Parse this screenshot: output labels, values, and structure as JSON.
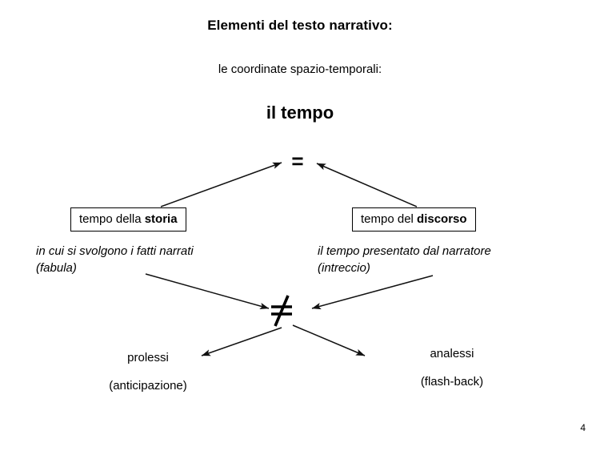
{
  "slide": {
    "title": "Elementi del testo narrativo:",
    "subtitle": "le coordinate spazio-temporali:",
    "topic": "il tempo",
    "page_number": "4",
    "background_color": "#ffffff",
    "text_color": "#000000"
  },
  "operators": {
    "equals": {
      "symbol": "=",
      "name": "equals-sign",
      "meaning": "tempo della storia = tempo del discorso"
    },
    "not_equals": {
      "symbol": "≠",
      "name": "not-equals-sign",
      "meaning": "tempo della storia ≠ tempo del discorso"
    }
  },
  "boxes": [
    {
      "id": "storia",
      "label_plain": "tempo della ",
      "label_strong": "storia",
      "description_line1": "in cui si svolgono i fatti narrati",
      "description_line2": "(fabula)"
    },
    {
      "id": "discorso",
      "label_plain": "tempo del ",
      "label_strong": "discorso",
      "description_line1": "il tempo presentato dal narratore",
      "description_line2": "(intreccio)"
    }
  ],
  "terms": [
    {
      "id": "prolessi",
      "main": "prolessi",
      "paren": "(anticipazione)"
    },
    {
      "id": "analessi",
      "main": "analessi",
      "paren": "(flash-back)"
    }
  ],
  "arrows": [
    {
      "name": "arrow-storia-to-equals",
      "from": "tempo della storia",
      "to": "="
    },
    {
      "name": "arrow-discorso-to-equals",
      "from": "tempo del discorso",
      "to": "="
    },
    {
      "name": "arrow-fabula-to-notequals",
      "from": "(fabula)",
      "to": "≠"
    },
    {
      "name": "arrow-intreccio-to-notequals",
      "from": "(intreccio)",
      "to": "≠"
    },
    {
      "name": "arrow-notequals-to-prolessi",
      "from": "≠",
      "to": "prolessi"
    },
    {
      "name": "arrow-notequals-to-analessi",
      "from": "≠",
      "to": "analessi"
    }
  ]
}
